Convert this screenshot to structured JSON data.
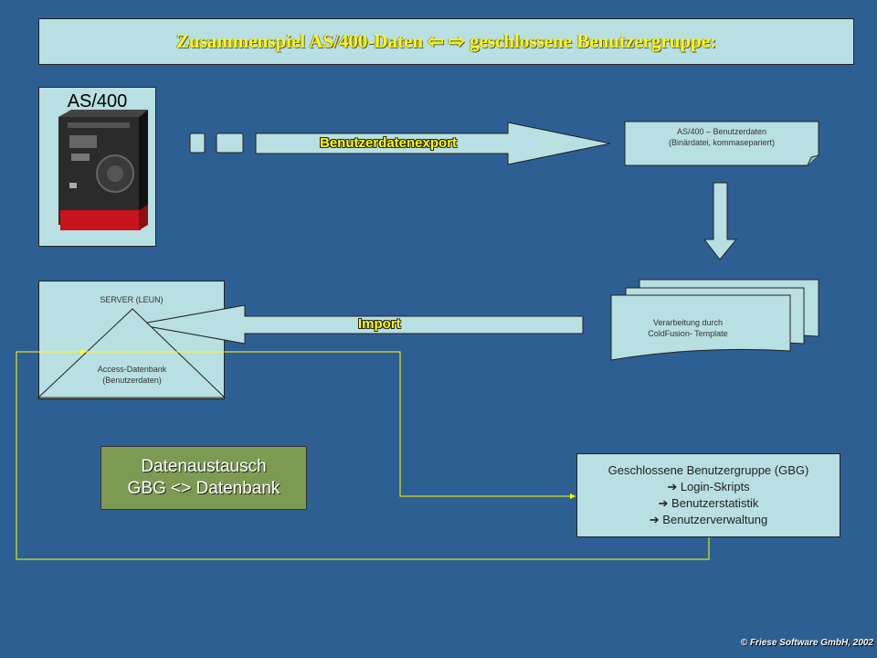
{
  "title": "Zusammenspiel AS/400-Daten ⇦ ⇨ geschlossene Benutzergruppe:",
  "as400_label": "AS/400",
  "export_arrow_label": "Benutzerdatenexport",
  "export_doc": {
    "line1": "AS/400 – Benutzerdaten",
    "line2": "(Binärdatei, kommasepariert)"
  },
  "processing_doc": {
    "line1": "Verarbeitung durch",
    "line2": "ColdFusion- Template"
  },
  "import_arrow_label": "Import",
  "server": {
    "label": "SERVER (LEUN)",
    "db_line1": "Access-Datenbank",
    "db_line2": "(Benutzerdaten)"
  },
  "exchange": {
    "line1": "Datenaustausch",
    "line2": "GBG <> Datenbank"
  },
  "gbg": {
    "title": "Geschlossene Benutzergruppe (GBG)",
    "items": [
      "➔ Login-Skripts",
      "➔ Benutzerstatistik",
      "➔ Benutzerverwaltung"
    ]
  },
  "copyright": "© Friese Software GmbH, 2002",
  "colors": {
    "background": "#2e5f93",
    "box_fill": "#b8dfe1",
    "title_text": "#ffff00",
    "connector_line": "#ffff00",
    "exchange_fill": "#7c9a52"
  }
}
